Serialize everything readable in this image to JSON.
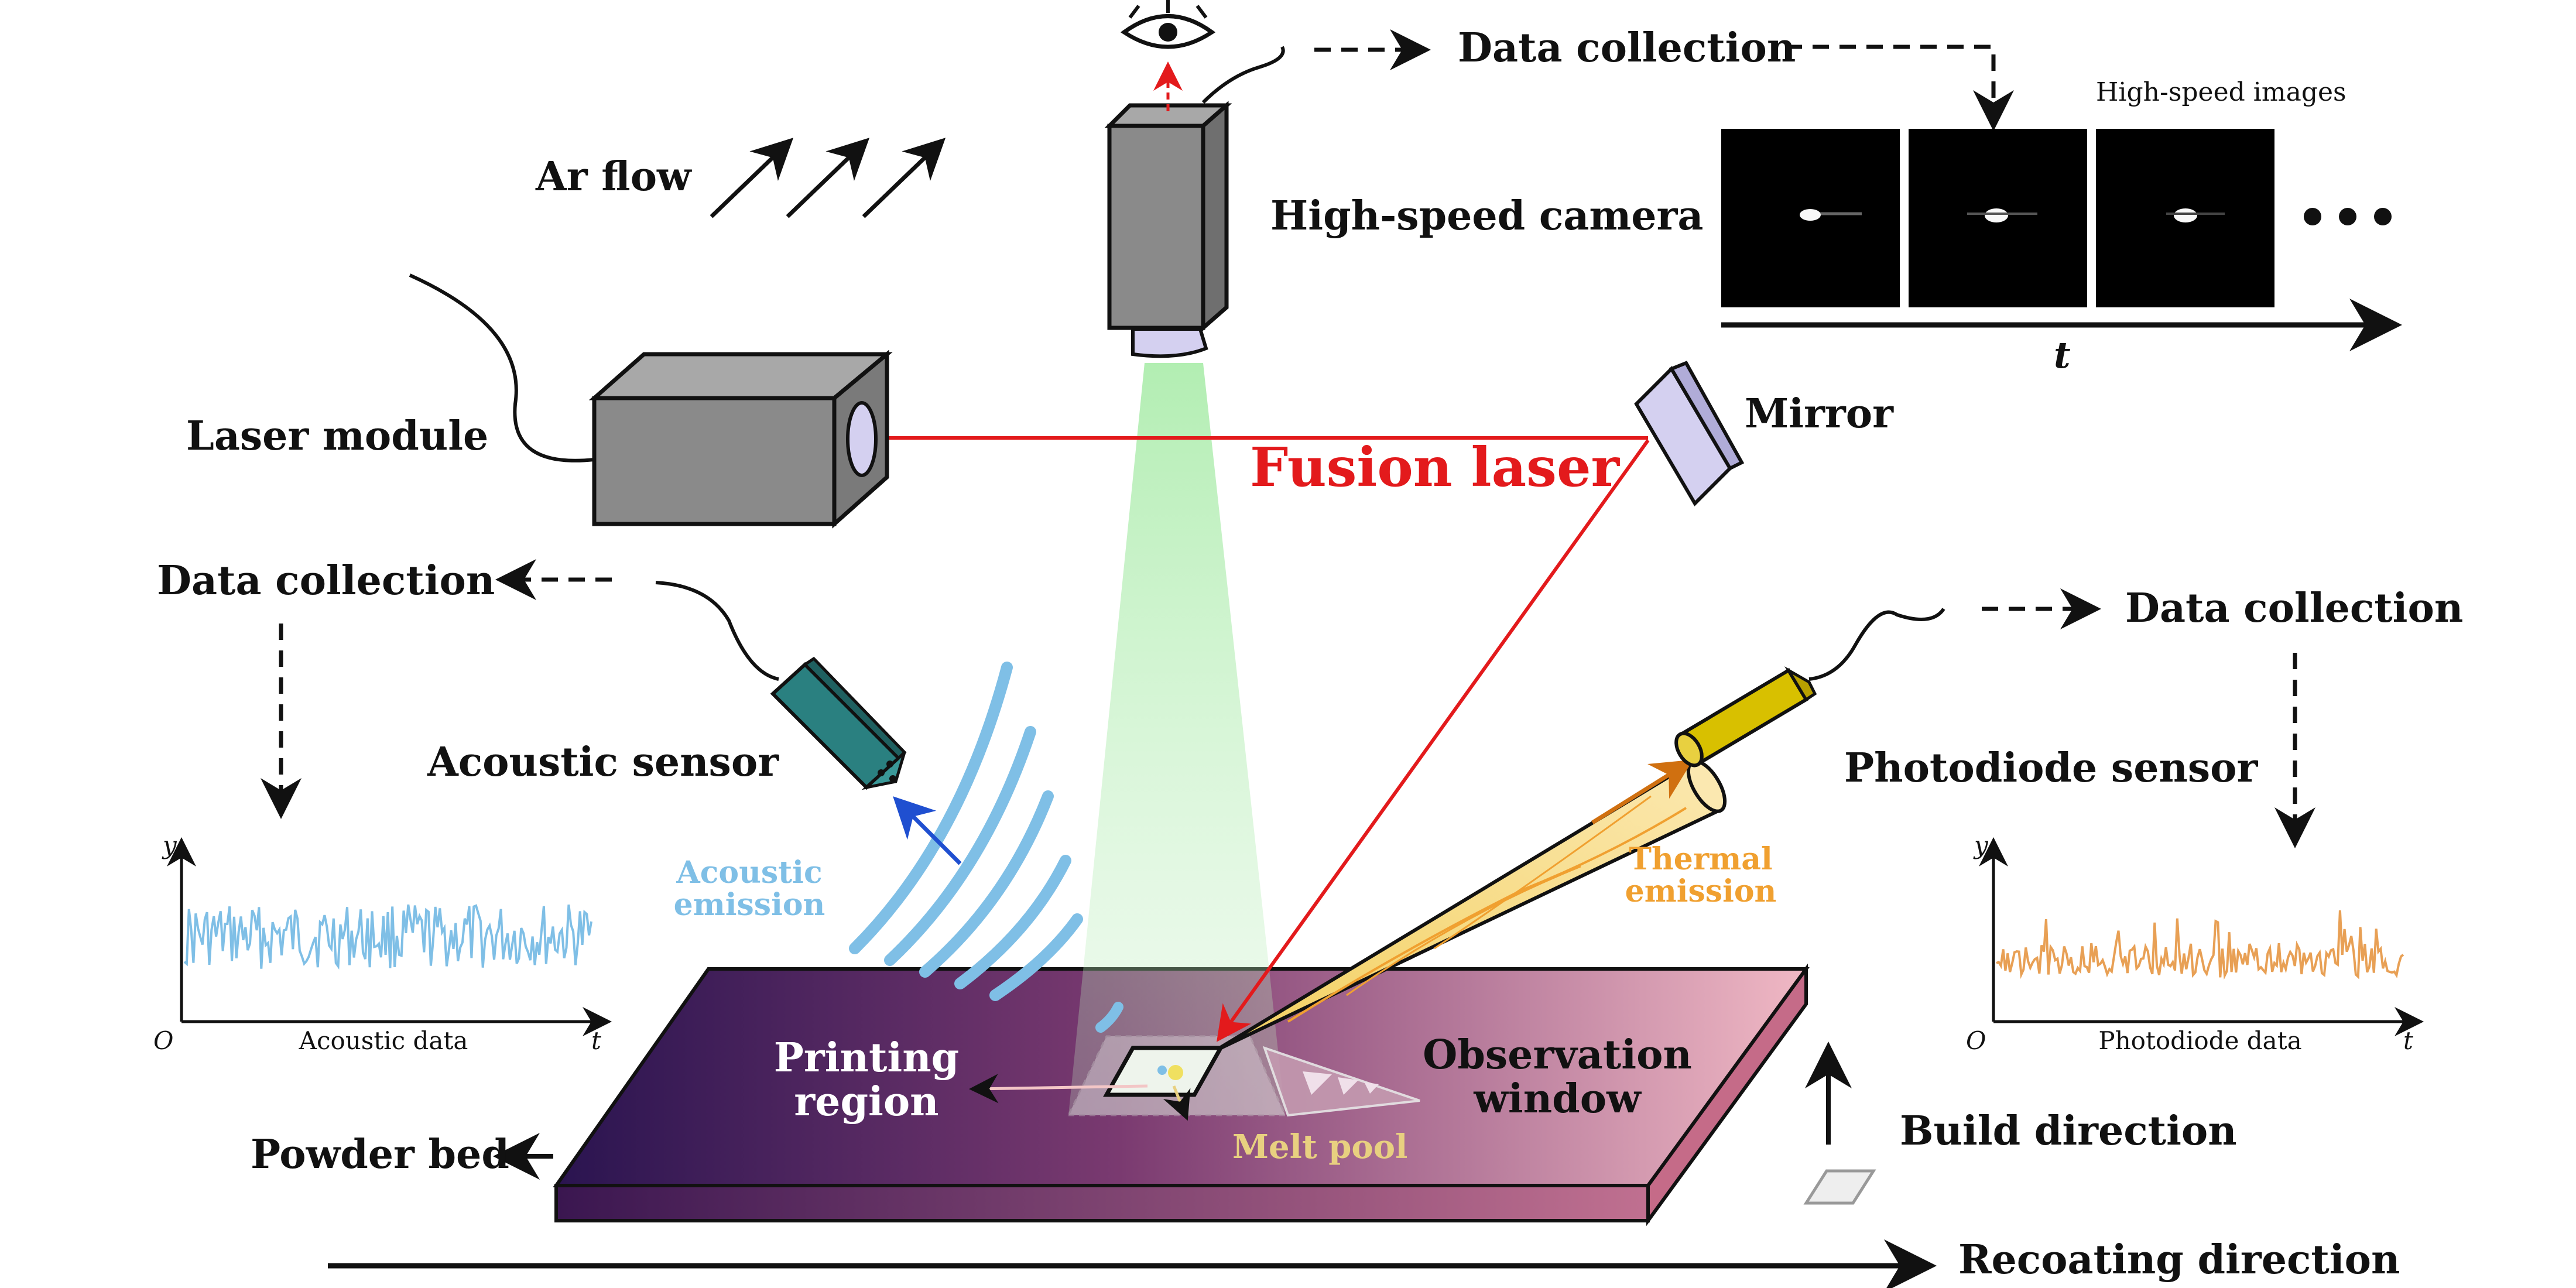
{
  "labels": {
    "ar_flow": "Ar flow",
    "high_speed_camera": "High-speed camera",
    "data_collection_top": "Data collection",
    "high_speed_images": "High-speed images",
    "time_axis": "t",
    "laser_module": "Laser module",
    "mirror": "Mirror",
    "fusion_laser": "Fusion laser",
    "data_collection_left": "Data collection",
    "data_collection_right": "Data collection",
    "acoustic_sensor": "Acoustic sensor",
    "photodiode_sensor": "Photodiode sensor",
    "acoustic_emission_line1": "Acoustic",
    "acoustic_emission_line2": "emission",
    "thermal_emission_line1": "Thermal",
    "thermal_emission_line2": "emission",
    "printing_region_line1": "Printing",
    "printing_region_line2": "region",
    "observation_window_line1": "Observation",
    "observation_window_line2": "window",
    "melt_pool": "Melt pool",
    "powder_bed": "Powder bed",
    "build_direction": "Build direction",
    "recoating_direction": "Recoating direction"
  },
  "acoustic_plot": {
    "y_label": "y",
    "x_label": "t",
    "origin": "O",
    "caption": "Acoustic data",
    "color": "#7fbfe6"
  },
  "photodiode_plot": {
    "y_label": "y",
    "x_label": "t",
    "origin": "O",
    "caption": "Photodiode data",
    "color": "#e8a055"
  },
  "colors": {
    "laser": "#e31a1c",
    "acoustic": "#7fbfe6",
    "thermal": "#f0a030",
    "melt_pool_text": "#e8d080",
    "bed_dark": "#2a1450",
    "bed_light": "#f0b8c4",
    "camera_gray": "#8a8a8a",
    "sensor_teal": "#2a8080",
    "sensor_yellow": "#d8c000"
  }
}
